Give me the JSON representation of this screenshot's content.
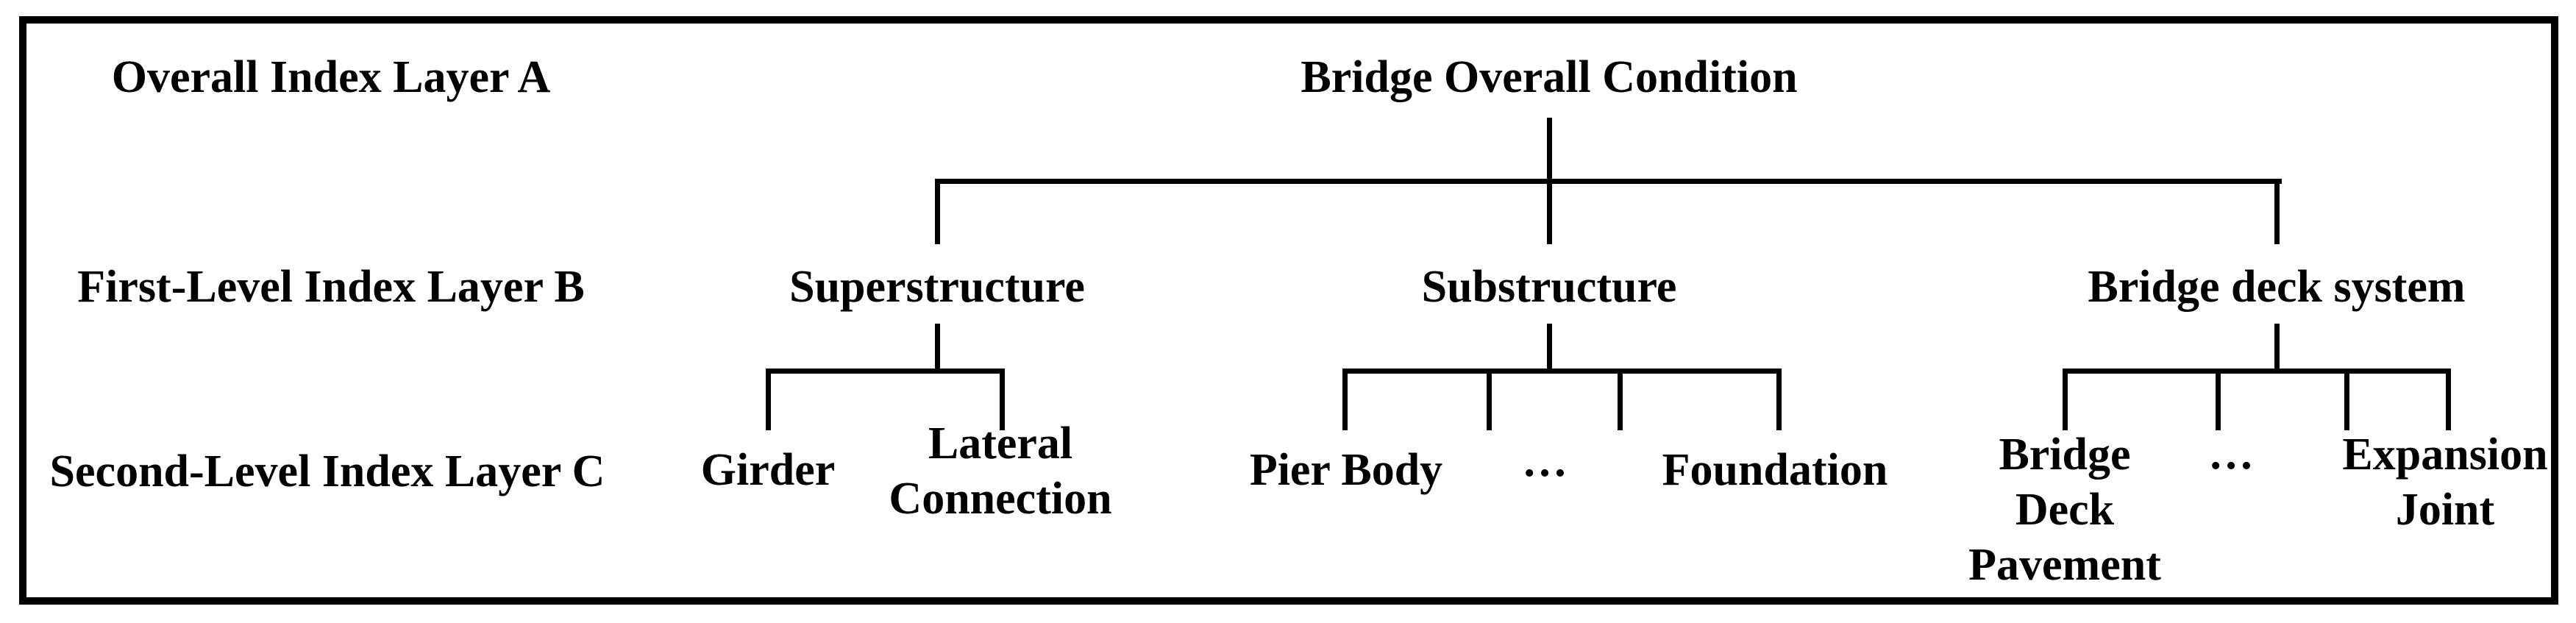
{
  "layers": {
    "a": "Overall Index Layer A",
    "b": "First-Level Index Layer B",
    "c": "Second-Level Index Layer C"
  },
  "tree": {
    "root": "Bridge Overall Condition",
    "branches": [
      {
        "label": "Superstructure",
        "children": [
          {
            "lines": [
              "Girder"
            ]
          },
          {
            "lines": [
              "Lateral",
              "Connection"
            ]
          }
        ]
      },
      {
        "label": "Substructure",
        "children": [
          {
            "lines": [
              "Pier Body"
            ]
          },
          {
            "lines": [
              "…"
            ]
          },
          {
            "lines": [
              "Foundation"
            ]
          }
        ]
      },
      {
        "label": "Bridge deck system",
        "children": [
          {
            "lines": [
              "Bridge",
              "Deck",
              "Pavement"
            ]
          },
          {
            "lines": [
              "…"
            ]
          },
          {
            "lines": [
              "Expansion",
              "Joint"
            ]
          }
        ]
      }
    ]
  },
  "colors": {
    "text": "#000000",
    "line": "#000000",
    "border": "#000000",
    "background": "#ffffff"
  }
}
